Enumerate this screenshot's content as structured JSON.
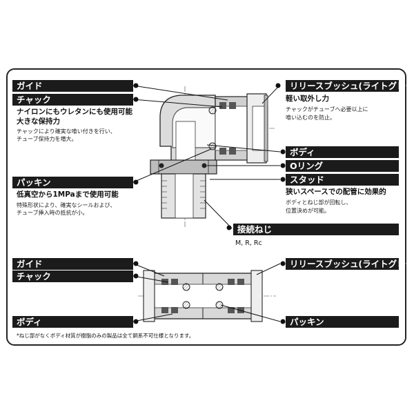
{
  "top": {
    "left": {
      "guide": {
        "label": "ガイド"
      },
      "chuck": {
        "label": "チャック",
        "sub": [
          "ナイロンにもウレタンにも使用可能",
          "大きな保持力"
        ],
        "desc": [
          "チャックにより確実な喰い付きを行い、",
          "チューブ保持力を増大。"
        ]
      },
      "packing": {
        "label": "パッキン",
        "sub": [
          "低真空から1MPaまで使用可能"
        ],
        "desc": [
          "特殊形状により、確実なシールおよび、",
          "チューブ挿入時の抵抗が小。"
        ]
      }
    },
    "right": {
      "release_bush": {
        "label": "リリースブッシュ(ライトグレー)",
        "sub": [
          "軽い取外し力"
        ],
        "desc": [
          "チャックがチューブへ必要以上に",
          "喰い込むのを防止。"
        ]
      },
      "body": {
        "label": "ボディ"
      },
      "o_ring": {
        "label": "Oリング"
      },
      "stud": {
        "label": "スタッド",
        "sub": [
          "狭いスペースでの配管に効果的"
        ],
        "desc": [
          "ボディとねじ部が回転し、",
          "位置決めが可能。"
        ]
      },
      "thread": {
        "label": "接続ねじ",
        "types": "M, R, Rc"
      }
    }
  },
  "bottom": {
    "guide": {
      "label": "ガイド"
    },
    "chuck": {
      "label": "チャック"
    },
    "body": {
      "label": "ボディ"
    },
    "release_bush": {
      "label": "リリースブッシュ(ライトグレー)"
    },
    "packing": {
      "label": "パッキン"
    }
  },
  "footnote": "*ねじ部がなくボディ材質が樹脂のみの製品は全て銅系不可仕様となります。",
  "colors": {
    "header_bg": "#1b1b1b",
    "header_text": "#ffffff",
    "metal": "#c8c8c8",
    "dark": "#333333"
  }
}
